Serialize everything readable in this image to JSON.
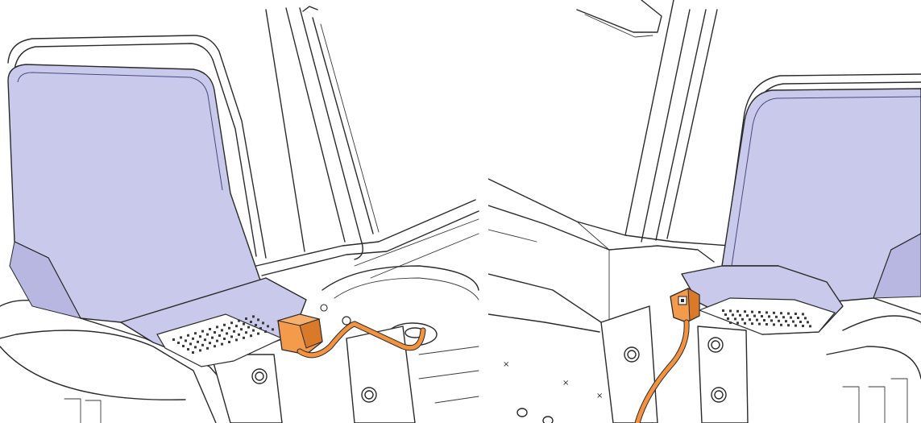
{
  "figure": {
    "panels": [
      {
        "id": "left",
        "view": "connector-mounted-left-side"
      },
      {
        "id": "right",
        "view": "connector-mounted-right-side"
      }
    ]
  },
  "colors": {
    "housing_fill": "#c9c9ec",
    "housing_fill_dark": "#b7b7e2",
    "connector": "#f39a4b",
    "connector_dark": "#d97a2a",
    "cable": "#f3923f",
    "line": "#2a2a2a",
    "background": "#ffffff"
  }
}
